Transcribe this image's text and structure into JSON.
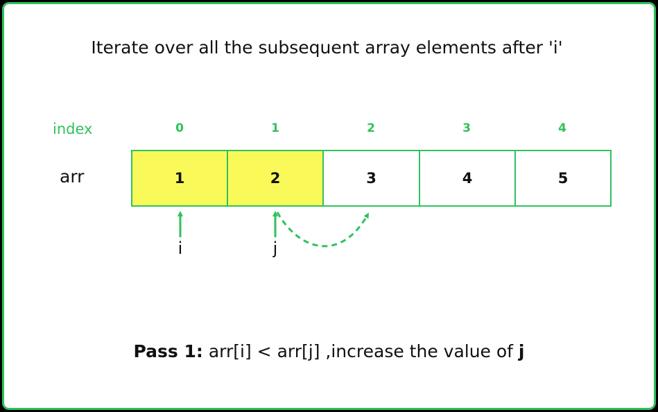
{
  "title": "Iterate over all the subsequent array elements after 'i'",
  "index_label": "index",
  "array_label": "arr",
  "indices": [
    "0",
    "1",
    "2",
    "3",
    "4"
  ],
  "values": [
    "1",
    "2",
    "3",
    "4",
    "5"
  ],
  "highlighted": [
    0,
    1
  ],
  "pointers": {
    "i": "i",
    "j": "j"
  },
  "caption": {
    "pass": "Pass 1:",
    "text": " arr[i] < arr[j] ,increase the value of ",
    "var": "j"
  },
  "colors": {
    "accent": "#2fc25b",
    "highlight": "#f9f95a",
    "background": "#000000"
  }
}
